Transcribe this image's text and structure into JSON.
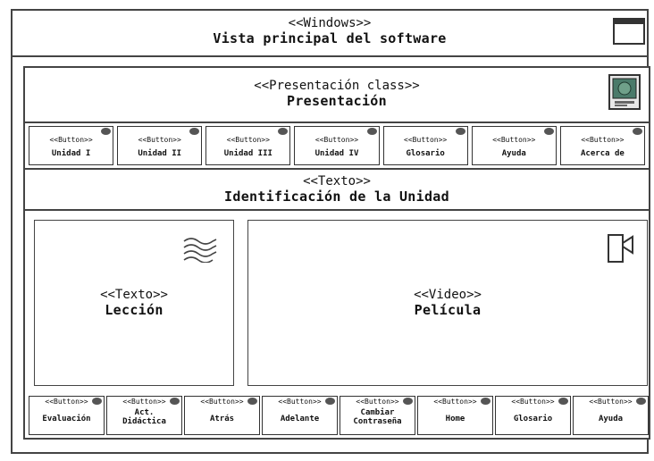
{
  "window": {
    "stereotype": "<<Windows>>",
    "title": "Vista principal del software",
    "icon": "window-icon"
  },
  "presentation": {
    "stereotype": "<<Presentación class>>",
    "name": "Presentación",
    "icon": "monitor-icon"
  },
  "top_buttons": [
    {
      "stereotype": "<<Button>>",
      "label": "Unidad I"
    },
    {
      "stereotype": "<<Button>>",
      "label": "Unidad II"
    },
    {
      "stereotype": "<<Button>>",
      "label": "Unidad III"
    },
    {
      "stereotype": "<<Button>>",
      "label": "Unidad IV"
    },
    {
      "stereotype": "<<Button>>",
      "label": "Glosario"
    },
    {
      "stereotype": "<<Button>>",
      "label": "Ayuda"
    },
    {
      "stereotype": "<<Button>>",
      "label": "Acerca de"
    }
  ],
  "unit_id": {
    "stereotype": "<<Texto>>",
    "name": "Identificación de la Unidad"
  },
  "lesson": {
    "stereotype": "<<Texto>>",
    "name": "Lección",
    "icon": "text-wave-icon"
  },
  "video": {
    "stereotype": "<<Video>>",
    "name": "Película",
    "icon": "video-camera-icon"
  },
  "bottom_buttons": [
    {
      "stereotype": "<<Button>>",
      "label": "Evaluación"
    },
    {
      "stereotype": "<<Button>>",
      "label": "Act. Didáctica"
    },
    {
      "stereotype": "<<Button>>",
      "label": "Atrás"
    },
    {
      "stereotype": "<<Button>>",
      "label": "Adelante"
    },
    {
      "stereotype": "<<Button>>",
      "label": "Cambiar Contraseña"
    },
    {
      "stereotype": "<<Button>>",
      "label": "Home"
    },
    {
      "stereotype": "<<Button>>",
      "label": "Glosario"
    },
    {
      "stereotype": "<<Button>>",
      "label": "Ayuda"
    }
  ]
}
